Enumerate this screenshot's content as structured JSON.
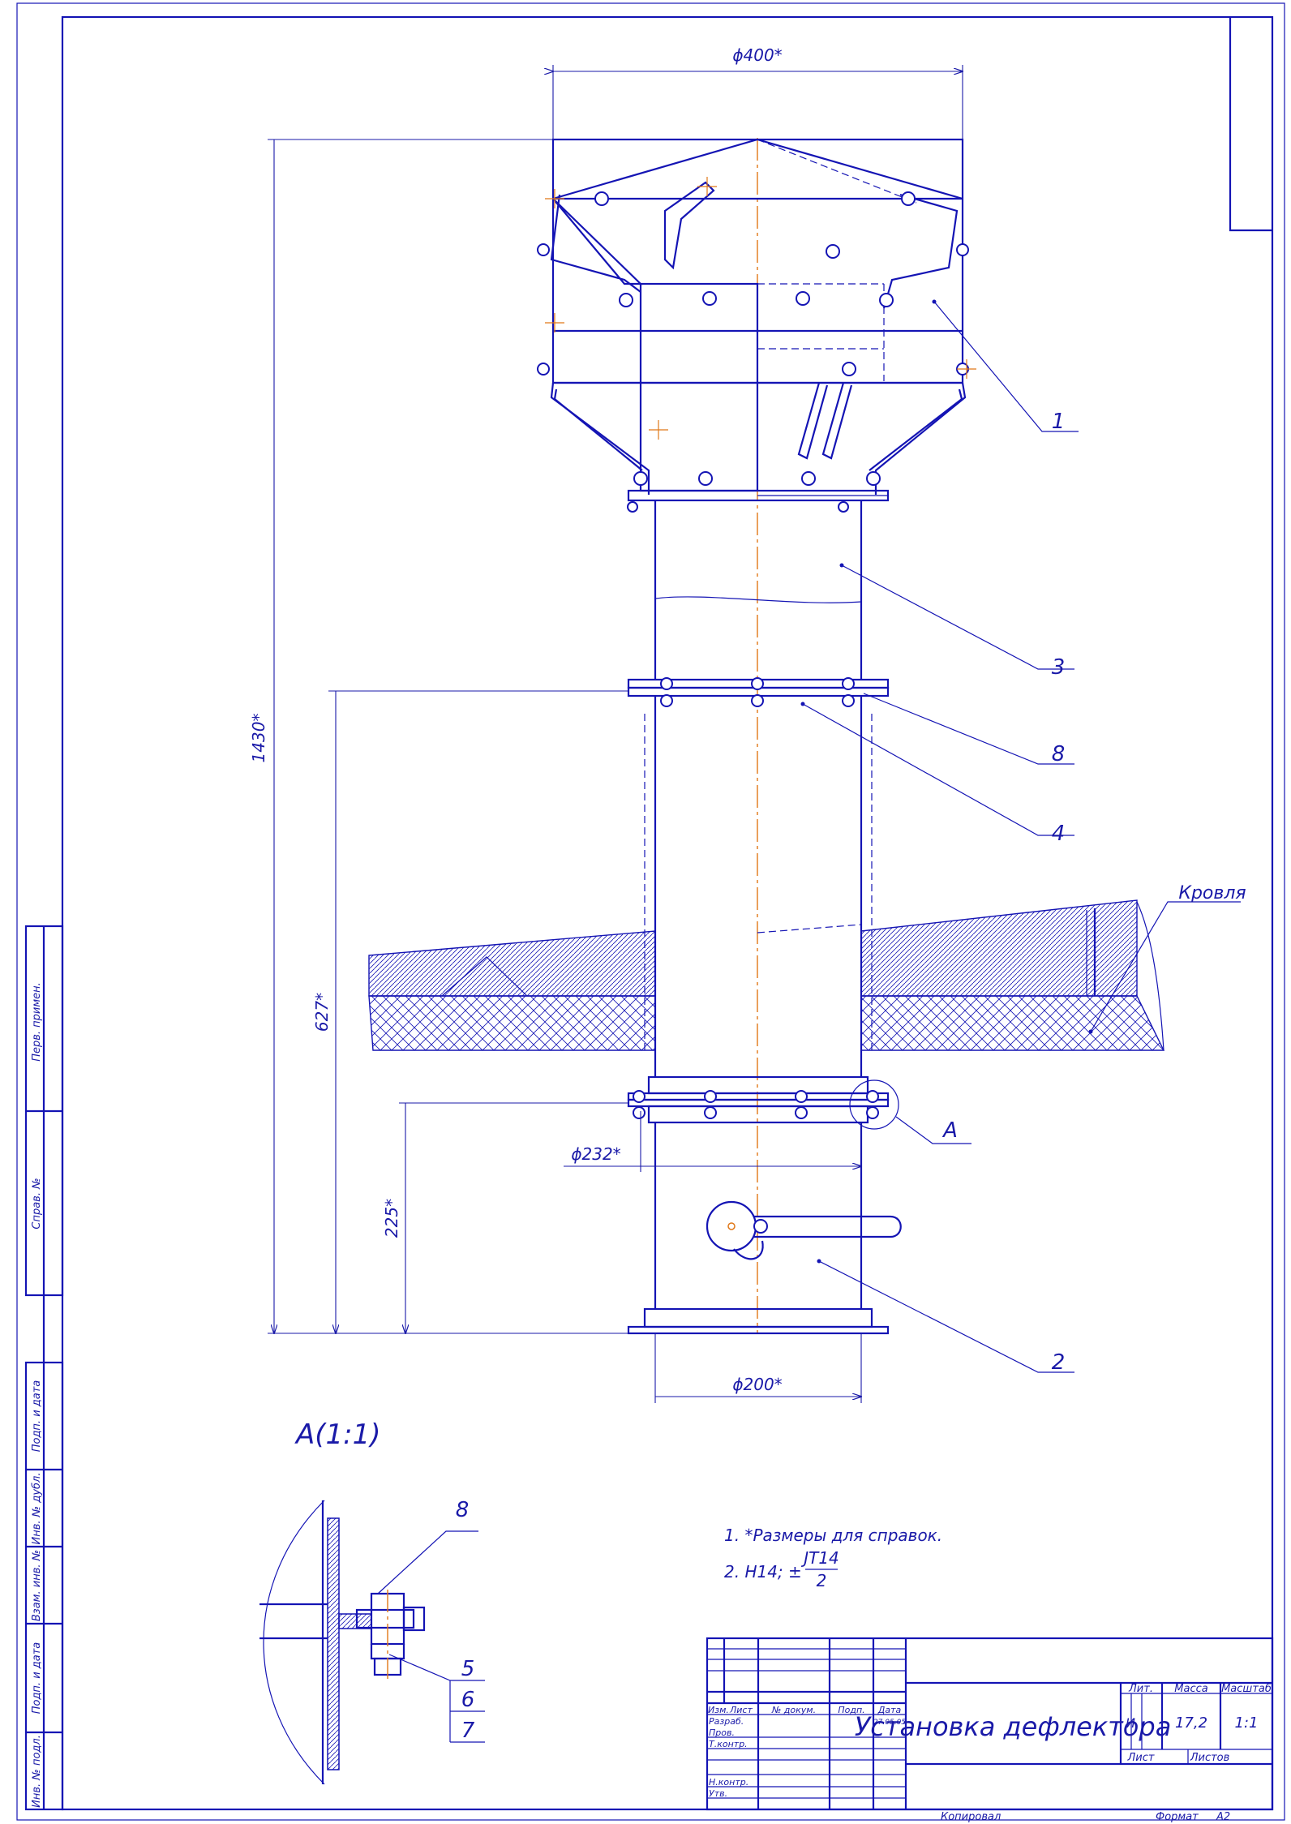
{
  "dimensions": {
    "top_diameter": "ϕ400*",
    "height_total": "1430*",
    "height_flange": "627*",
    "height_bottom": "225*",
    "pipe_diameter": "ϕ232*",
    "base_diameter": "ϕ200*"
  },
  "callouts": [
    "1",
    "3",
    "8",
    "4",
    "2"
  ],
  "roof_label": "Кровля",
  "detail_marker": "А",
  "detail": {
    "title": "А(1:1)",
    "callouts": [
      "8",
      "5",
      "6",
      "7"
    ]
  },
  "notes": {
    "line1": "1.  *Размеры для справок.",
    "line2_prefix": "2. Н14;  ±",
    "fraction_top": "JT14",
    "fraction_bottom": "2"
  },
  "side_stamps": [
    "Перв. примен.",
    "Справ. №",
    "Подп. и дата",
    "Инв. № дубл.",
    "Взам. инв. №",
    "Подп. и дата",
    "Инв. № подл."
  ],
  "title_block": {
    "title": "Установка дефлектора",
    "header_cols": [
      "Изм.",
      "Лист",
      "№ докум.",
      "Подп.",
      "Дата"
    ],
    "rows": [
      "Разраб.",
      "Пров.",
      "Т.контр.",
      "Н.контр.",
      "Утв."
    ],
    "date": "27.05.05",
    "lit_label": "Лит.",
    "mass_label": "Масса",
    "scale_label": "Масштаб",
    "lit_value": "И",
    "mass_value": "17,2",
    "scale_value": "1:1",
    "sheet_label": "Лист",
    "sheets_label": "Листов"
  },
  "footer": {
    "copied": "Копировал",
    "format_label": "Формат",
    "format_value": "А2"
  },
  "colors": {
    "line": "#1414b4",
    "axis": "#e07818",
    "text": "#1a1aa8"
  }
}
